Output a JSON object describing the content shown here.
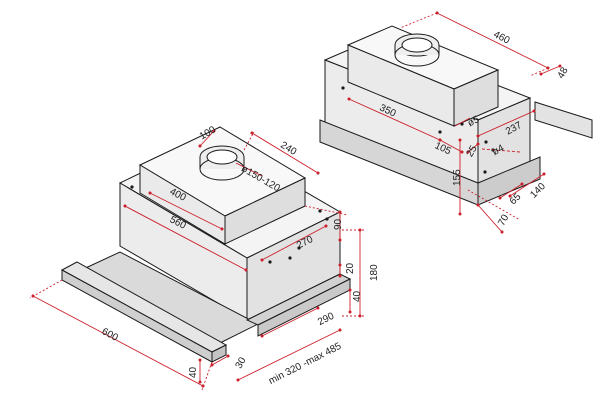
{
  "colors": {
    "outline": "#1a1a1a",
    "dimension": "#cc1f2a",
    "shading": "#dcdcdc",
    "shading_dark": "#bdbdbd",
    "text": "#222222",
    "background": "#ffffff"
  },
  "hood_left": {
    "labels": {
      "d100": "100",
      "d240": "240",
      "d400": "400",
      "d560": "560",
      "diam": "ø150-120",
      "d90": "90",
      "d270": "270",
      "d20": "20",
      "d180": "180",
      "d290": "290",
      "d40": "40",
      "minmax": "min 320 -max 485",
      "d600": "600",
      "d30": "30",
      "d40b": "40"
    }
  },
  "hood_right": {
    "labels": {
      "d460": "460",
      "d48": "48",
      "d350": "350",
      "d5": "ø5",
      "d237": "237",
      "d105": "105",
      "d25": "25",
      "d4": "ø4",
      "d155": "155",
      "d140": "140",
      "d65": "65",
      "d70": "70"
    }
  }
}
